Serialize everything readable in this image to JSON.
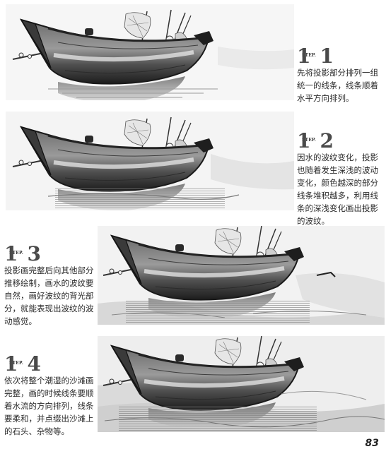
{
  "steps": [
    {
      "label": "STEP.",
      "number": "1",
      "text": "先将投影部分排列一组统一的线条，线条顺着水平方向排列。"
    },
    {
      "label": "STEP.",
      "number": "2",
      "text": "因水的波纹变化，投影也随着发生深浅的波动变化，颜色越深的部分线条堆积越多，利用线条的深浅变化画出投影的波纹。"
    },
    {
      "label": "STEP.",
      "number": "3",
      "text": "投影画完整后向其他部分推移绘制，画水的波纹要自然，画好波纹的背光部分，就能表现出波纹的波动感觉。"
    },
    {
      "label": "STEP.",
      "number": "4",
      "text": "依次将整个潮湿的沙滩画完整，画的时候线条要顺着水流的方向排列，线条要柔和，并点缀出沙滩上的石头、杂物等。"
    }
  ],
  "page_number": "83"
}
